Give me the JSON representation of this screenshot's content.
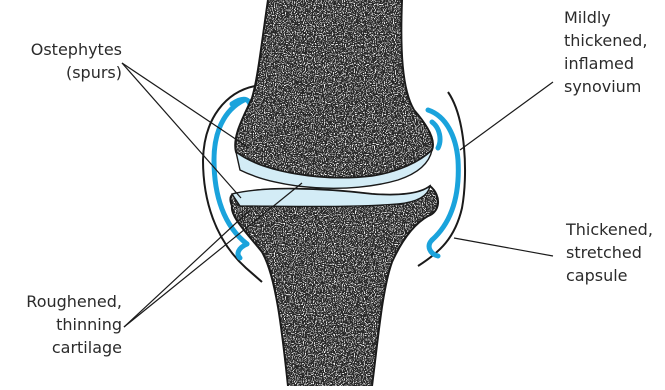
{
  "figure": {
    "colors": {
      "outline": "#1a1a1a",
      "synovium": "#1aa3dc",
      "cartilage": "#d3ecf6",
      "stipple": "#2a2a2a",
      "text": "#2b2b2b"
    },
    "labels": {
      "osteophytes": {
        "lines": [
          "Ostephytes",
          "(spurs)"
        ]
      },
      "synovium": {
        "lines": [
          "Mildly",
          "thickened,",
          "inflamed",
          "synovium"
        ]
      },
      "capsule": {
        "lines": [
          "Thickened,",
          "stretched",
          "capsule"
        ]
      },
      "cartilage": {
        "lines": [
          "Roughened,",
          "thinning",
          "cartilage"
        ]
      }
    }
  }
}
